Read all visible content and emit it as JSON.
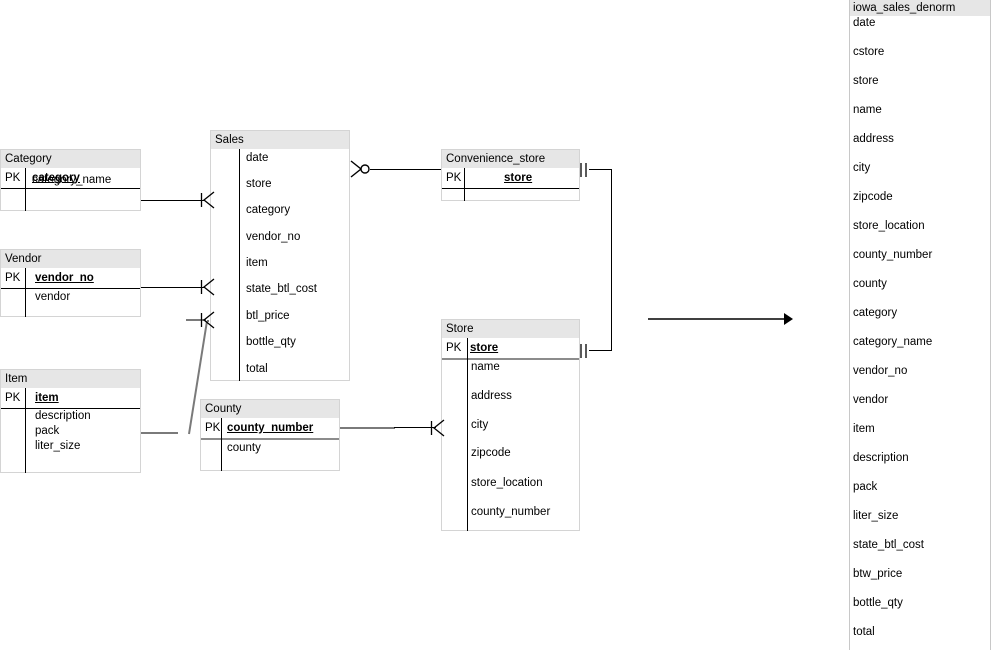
{
  "diagram": {
    "kind": "entity-relationship-diagram",
    "colors": {
      "entity_header_bg": "#e6e6e6",
      "entity_border": "#d4d4d4",
      "line": "#000000",
      "highlight_line": "#7a7a7a",
      "canvas_bg": "#ffffff"
    },
    "pk_label": "PK",
    "entities": [
      {
        "name": "Category",
        "pk": "category",
        "attributes": [
          "category_name"
        ]
      },
      {
        "name": "Vendor",
        "pk": "vendor_no",
        "attributes": [
          "vendor"
        ]
      },
      {
        "name": "Item",
        "pk": "item",
        "attributes": [
          "description",
          "pack",
          "liter_size"
        ]
      },
      {
        "name": "Sales",
        "pk": "",
        "attributes": [
          "date",
          "store",
          "category",
          "vendor_no",
          "item",
          "state_btl_cost",
          "btl_price",
          "bottle_qty",
          "total"
        ]
      },
      {
        "name": "County",
        "pk": "county_number",
        "attributes": [
          "county"
        ]
      },
      {
        "name": "Convenience_store",
        "pk": "store",
        "attributes": []
      },
      {
        "name": "Store",
        "pk": "store",
        "attributes": [
          "name",
          "address",
          "city",
          "zipcode",
          "store_location",
          "county_number"
        ]
      }
    ],
    "relationships": [
      {
        "from": "Category",
        "to": "Sales",
        "from_card": "one",
        "to_card": "many"
      },
      {
        "from": "Vendor",
        "to": "Sales",
        "from_card": "one",
        "to_card": "many"
      },
      {
        "from": "Item",
        "to": "Sales",
        "from_card": "one",
        "to_card": "many"
      },
      {
        "from": "Sales",
        "to": "Convenience_store",
        "from_card": "zero-or-many",
        "to_card": "one"
      },
      {
        "from": "Convenience_store",
        "to": "Store",
        "from_card": "one-and-only-one",
        "to_card": "one-and-only-one"
      },
      {
        "from": "County",
        "to": "Store",
        "from_card": "one",
        "to_card": "many"
      }
    ],
    "flow_arrow": {
      "direction": "right",
      "label": ""
    }
  },
  "denorm": {
    "title": "iowa_sales_denorm",
    "columns": [
      "date",
      "cstore",
      "store",
      "name",
      "address",
      "city",
      "zipcode",
      "store_location",
      "county_number",
      "county",
      "category",
      "category_name",
      "vendor_no",
      "vendor",
      "item",
      "description",
      "pack",
      "liter_size",
      "state_btl_cost",
      "btw_price",
      "bottle_qty",
      "total"
    ]
  }
}
